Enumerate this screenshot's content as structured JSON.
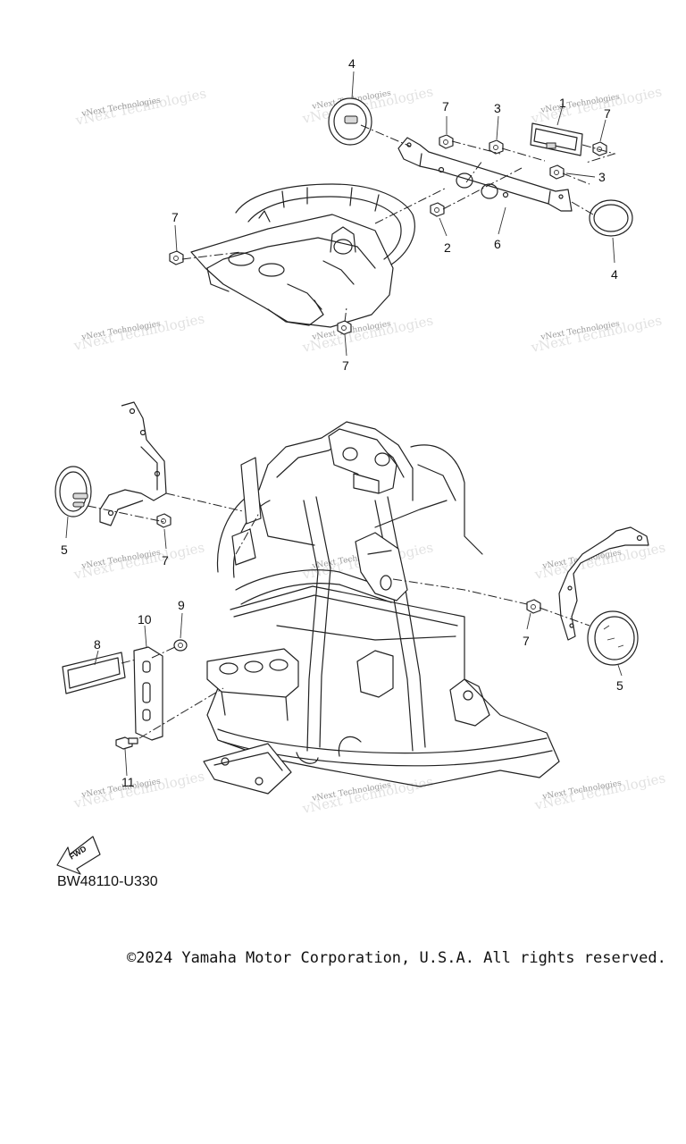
{
  "diagram": {
    "code": "BW48110-U330",
    "copyright": "©2024 Yamaha Motor Corporation, U.S.A. All rights reserved.",
    "fwd_label": "FWD",
    "watermark": "vNext Technologies"
  },
  "callouts": {
    "c1": "1",
    "c2": "2",
    "c3a": "3",
    "c3b": "3",
    "c4a": "4",
    "c4b": "4",
    "c5a": "5",
    "c5b": "5",
    "c6": "6",
    "c7a": "7",
    "c7b": "7",
    "c7c": "7",
    "c7d": "7",
    "c7e": "7",
    "c7f": "7",
    "c8": "8",
    "c9": "9",
    "c10": "10",
    "c11": "11"
  }
}
